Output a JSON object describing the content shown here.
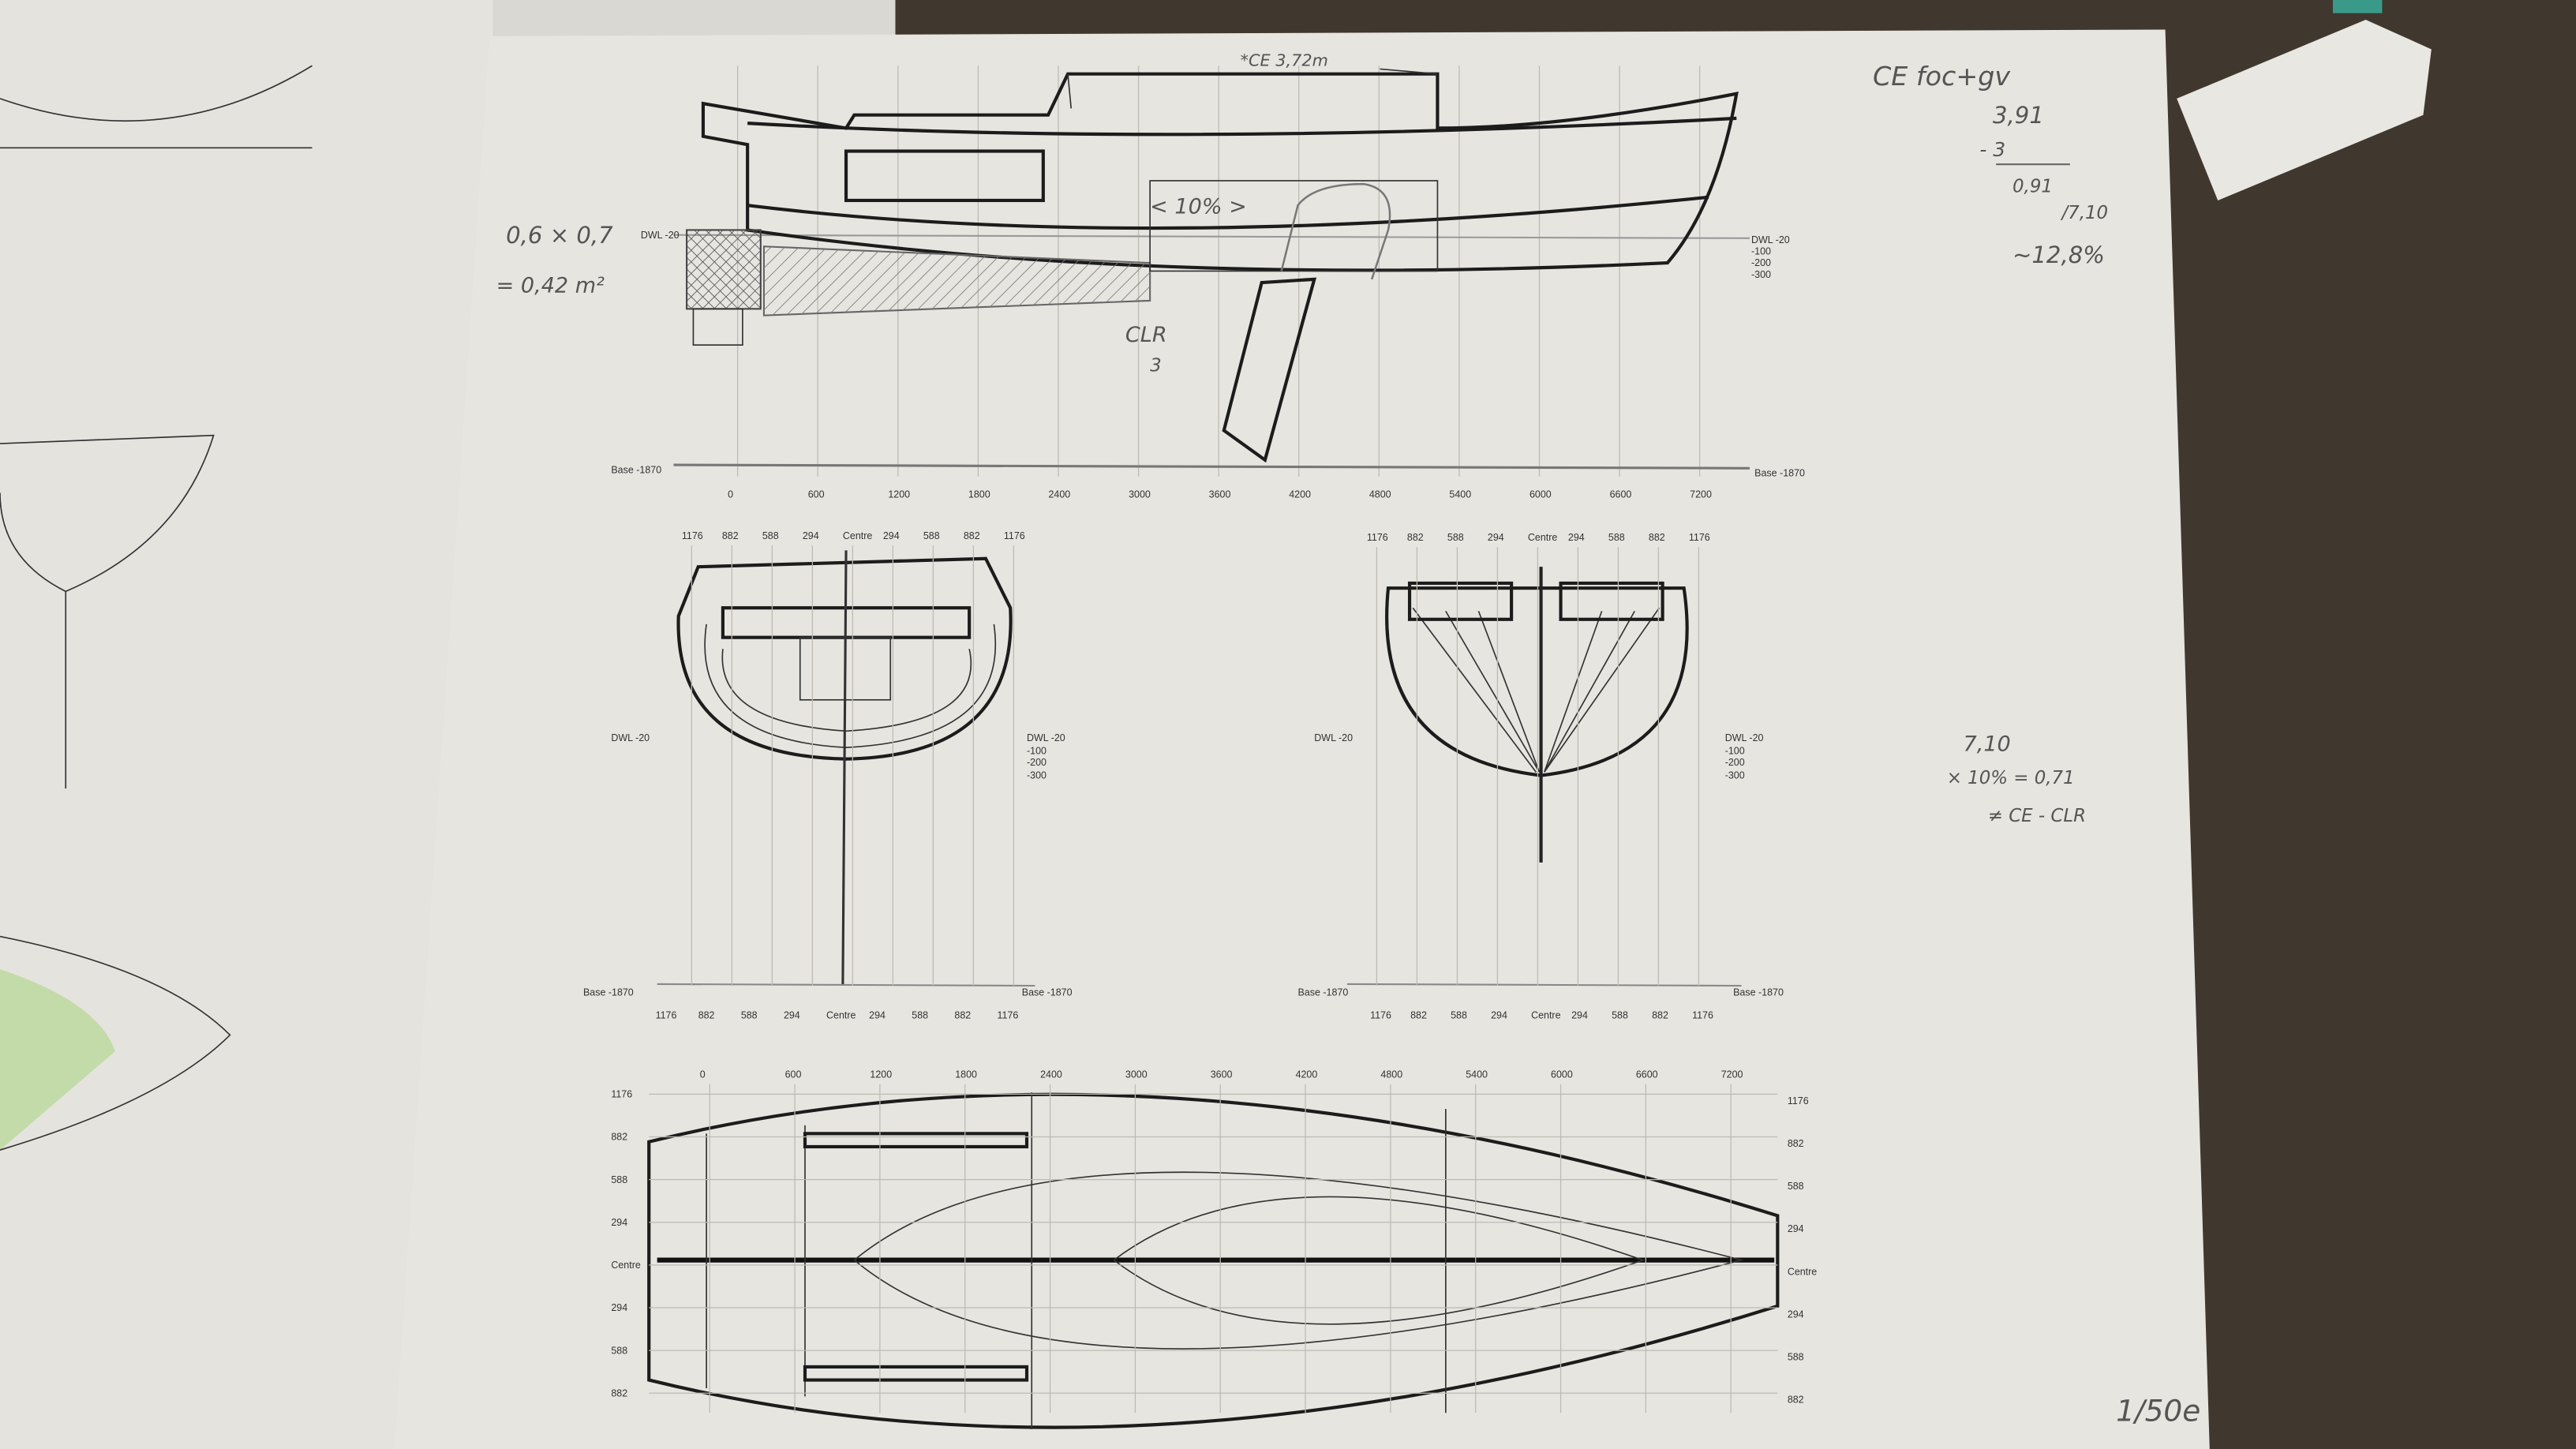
{
  "scale_note": "1/50e",
  "profile_view": {
    "x_ticks": [
      "0",
      "600",
      "1200",
      "1800",
      "2400",
      "3000",
      "3600",
      "4200",
      "4800",
      "5400",
      "6000",
      "6600",
      "7200"
    ],
    "base_label": "Base -1870",
    "dwl_label": "DWL -20",
    "depth_ticks": [
      "-100",
      "-200",
      "-300"
    ]
  },
  "section_views": {
    "offset_ticks": [
      "1176",
      "882",
      "588",
      "294",
      "Centre",
      "294",
      "588",
      "882",
      "1176"
    ],
    "base_label": "Base -1870",
    "dwl_label": "DWL -20",
    "depth_ticks": [
      "-100",
      "-200",
      "-300"
    ]
  },
  "plan_view": {
    "x_ticks": [
      "0",
      "600",
      "1200",
      "1800",
      "2400",
      "3000",
      "3600",
      "4200",
      "4800",
      "5400",
      "6000",
      "6600",
      "7200"
    ],
    "y_ticks": [
      "1176",
      "882",
      "588",
      "294",
      "Centre",
      "294",
      "588",
      "882"
    ]
  },
  "handwritten_notes": {
    "rudder_area_1": "0,6 × 0,7",
    "rudder_area_2": "= 0,42 m²",
    "ce_position": "*CE 3,72m",
    "ten_percent": "< 10% >",
    "clr_label": "CLR",
    "clr_value": "3",
    "ce_title": "CE foc+gv",
    "calc_1": "3,91",
    "calc_2": "- 3",
    "calc_3": "0,91",
    "calc_4": "/7,10",
    "calc_5": "~12,8%",
    "lead_1": "7,10",
    "lead_2": "× 10% = 0,71",
    "lead_3": "≠ CE - CLR"
  }
}
